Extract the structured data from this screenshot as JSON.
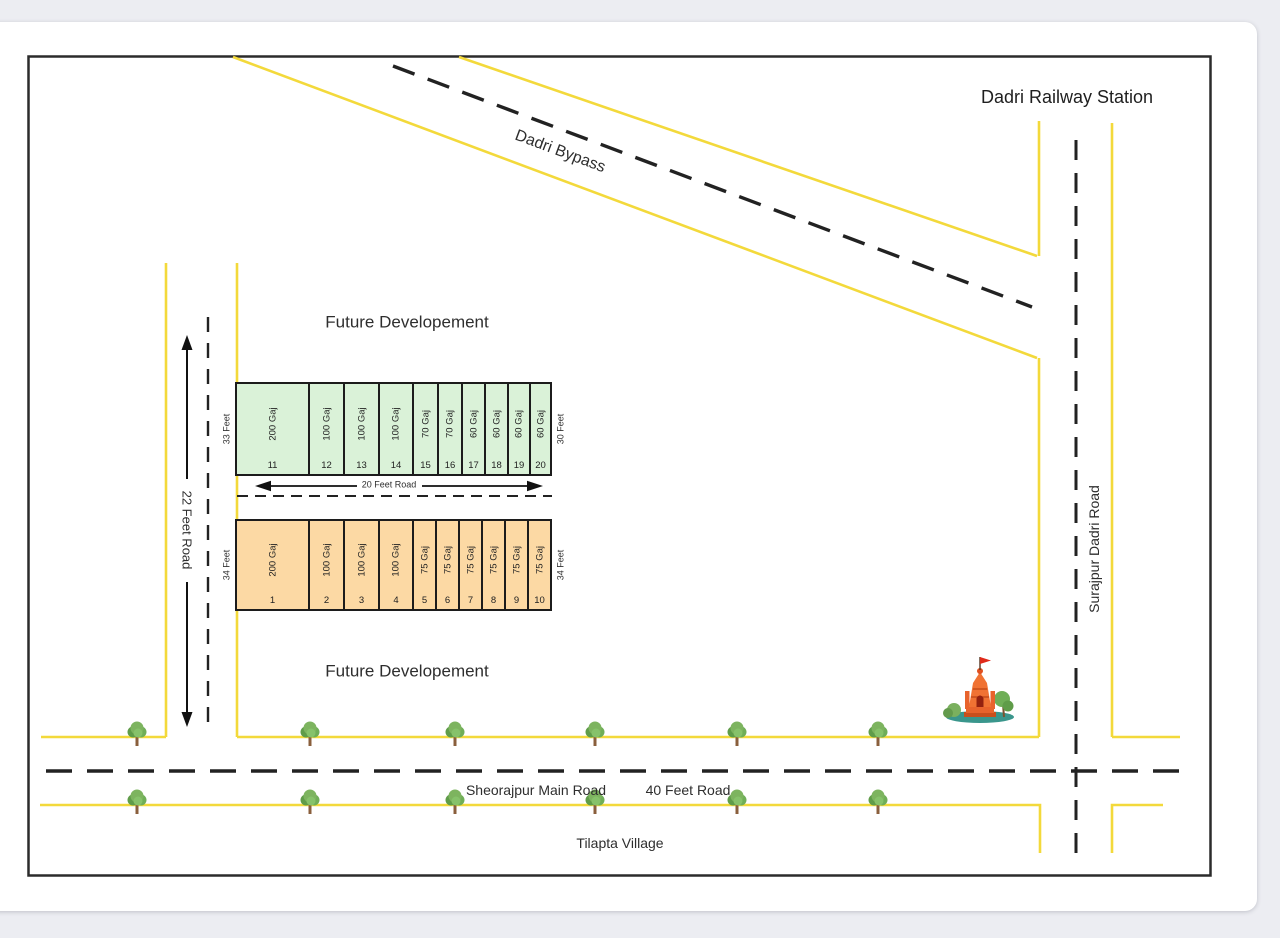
{
  "station_label": "Dadri Railway Station",
  "roads": {
    "dadri_bypass": "Dadri Bypass",
    "surajpur_dadri_road": "Surajpur Dadri Road",
    "left_road": "22 Feet Road",
    "plots_road": "20 Feet Road",
    "main_road_name": "Sheorajpur Main Road",
    "main_road_width": "40 Feet Road",
    "village": "Tilapta Village"
  },
  "areas": {
    "future_top": "Future Developement",
    "future_bottom": "Future Developement"
  },
  "plot_rows": {
    "green": {
      "left_depth": "33 Feet",
      "right_depth": "30 Feet",
      "fill": "#daf2d8",
      "plots": [
        {
          "size": "200 Gaj",
          "number": "11"
        },
        {
          "size": "100 Gaj",
          "number": "12"
        },
        {
          "size": "100 Gaj",
          "number": "13"
        },
        {
          "size": "100 Gaj",
          "number": "14"
        },
        {
          "size": "70 Gaj",
          "number": "15"
        },
        {
          "size": "70 Gaj",
          "number": "16"
        },
        {
          "size": "60 Gaj",
          "number": "17"
        },
        {
          "size": "60 Gaj",
          "number": "18"
        },
        {
          "size": "60 Gaj",
          "number": "19"
        },
        {
          "size": "60 Gaj",
          "number": "20"
        }
      ]
    },
    "orange": {
      "left_depth": "34 Feet",
      "right_depth": "34 Feet",
      "fill": "#fcd9a4",
      "plots": [
        {
          "size": "200 Gaj",
          "number": "1"
        },
        {
          "size": "100 Gaj",
          "number": "2"
        },
        {
          "size": "100 Gaj",
          "number": "3"
        },
        {
          "size": "100 Gaj",
          "number": "4"
        },
        {
          "size": "75 Gaj",
          "number": "5"
        },
        {
          "size": "75 Gaj",
          "number": "6"
        },
        {
          "size": "75 Gaj",
          "number": "7"
        },
        {
          "size": "75 Gaj",
          "number": "8"
        },
        {
          "size": "75 Gaj",
          "number": "9"
        },
        {
          "size": "75 Gaj",
          "number": "10"
        }
      ]
    }
  },
  "icons": {
    "tree": "tree-icon",
    "temple": "temple-icon"
  },
  "colors": {
    "road_edge_yellow": "#f3d93b",
    "dashed_black": "#222222",
    "green_plot": "#daf2d8",
    "orange_plot": "#fcd9a4",
    "plot_border": "#1c1c1c",
    "temple_orange": "#f07233",
    "flag_red": "#e02a1a",
    "tree_green": "#71b257",
    "map_border": "#2b2b2b",
    "page_background": "#ecedf2"
  }
}
